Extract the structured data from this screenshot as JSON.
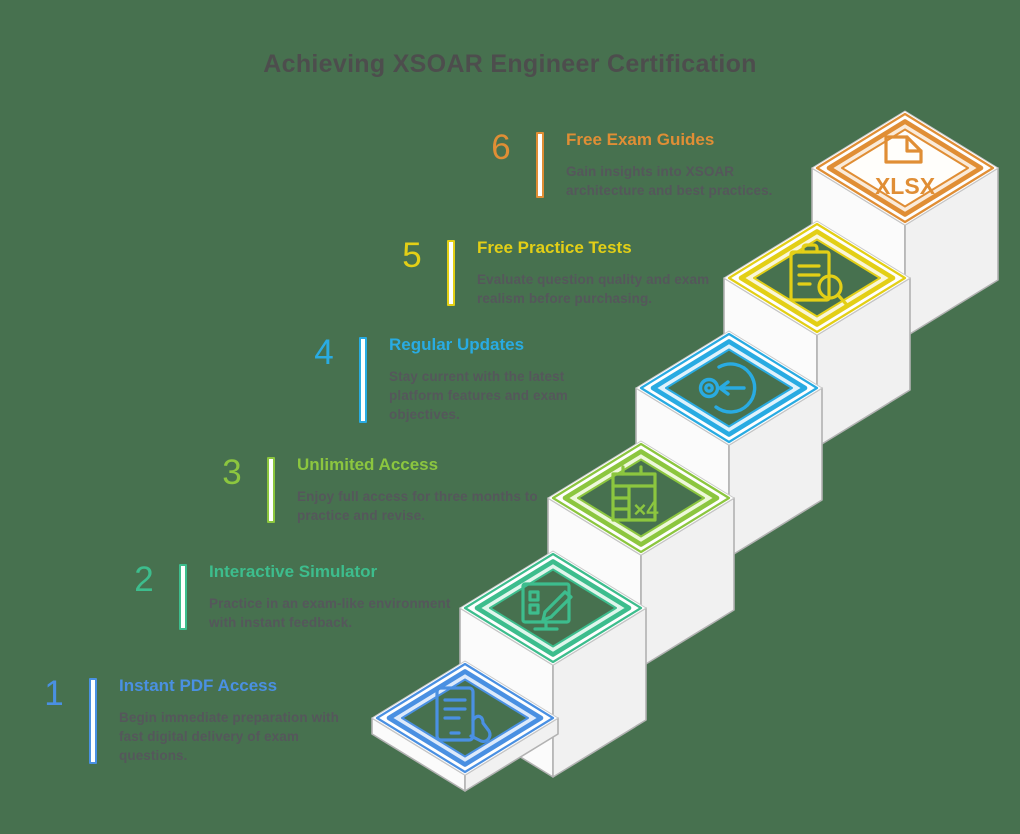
{
  "page": {
    "title": "Achieving XSOAR Engineer Certification",
    "background_color": "#47714F",
    "title_color": "#4D4D4D",
    "description_color": "#55575B"
  },
  "steps": [
    {
      "number": "1",
      "title": "Instant PDF Access",
      "description": "Begin immediate preparation with fast digital delivery of exam questions.",
      "color": "#4A90E2",
      "tint": "#DDEAFB",
      "interior": "#47714F",
      "icon": "tablet-hand-icon"
    },
    {
      "number": "2",
      "title": "Interactive Simulator",
      "description": "Practice in an exam-like environment with instant feedback.",
      "color": "#3DBD8D",
      "tint": "#E0F6EC",
      "interior": "#47714F",
      "icon": "monitor-pencil-icon"
    },
    {
      "number": "3",
      "title": "Unlimited Access",
      "description": "Enjoy full access for three months to practice and revise.",
      "color": "#8CC63F",
      "tint": "#EEF8DB",
      "interior": "#47714F",
      "icon": "calendar-x4-icon",
      "icon_text": "×4"
    },
    {
      "number": "4",
      "title": "Regular Updates",
      "description": "Stay current with the latest platform features and exam objectives.",
      "color": "#29ABE2",
      "tint": "#DFF2FC",
      "interior": "#47714F",
      "icon": "refresh-restore-icon"
    },
    {
      "number": "5",
      "title": "Free Practice Tests",
      "description": "Evaluate question quality and exam realism before purchasing.",
      "color": "#E3CF16",
      "tint": "#FAF6D8",
      "interior": "#47714F",
      "icon": "clipboard-search-icon"
    },
    {
      "number": "6",
      "title": "Free Exam Guides",
      "description": "Gain insights into XSOAR architecture and best practices.",
      "color": "#E08E35",
      "tint": "#FAEBDA",
      "interior": "#FFFEFB",
      "icon": "xlsx-file-icon",
      "icon_text": "XLSX"
    }
  ]
}
